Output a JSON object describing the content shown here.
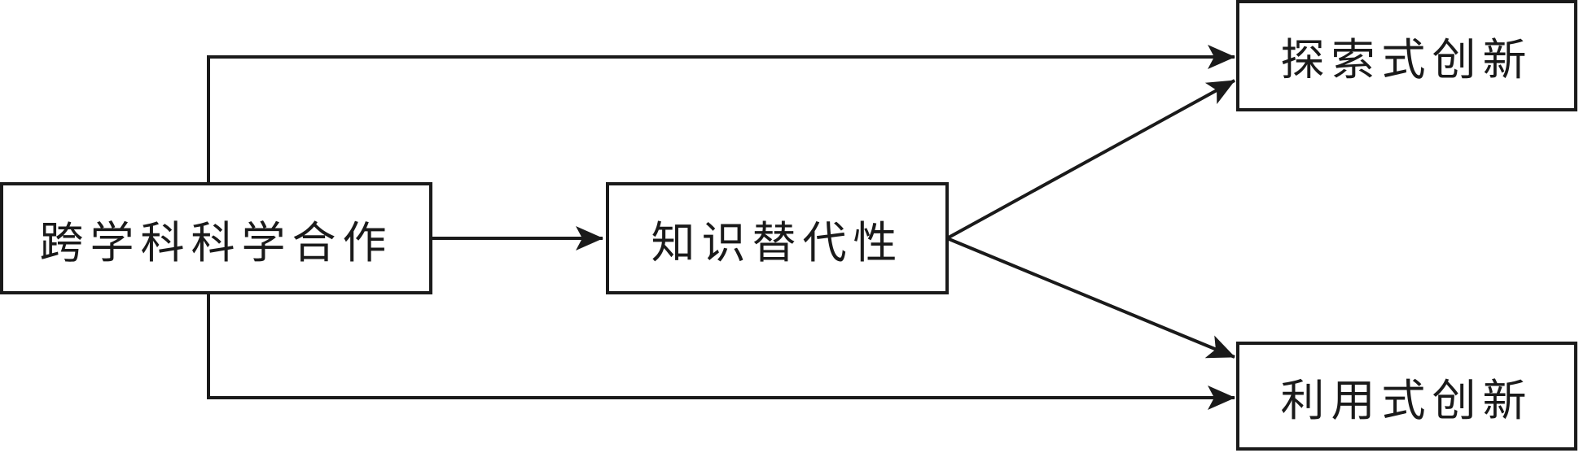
{
  "nodes": {
    "source": "跨学科科学合作",
    "mediator": "知识替代性",
    "outcome_exploratory": "探索式创新",
    "outcome_exploitative": "利用式创新"
  },
  "edges": [
    {
      "from": "source",
      "to": "outcome_exploratory"
    },
    {
      "from": "source",
      "to": "mediator"
    },
    {
      "from": "source",
      "to": "outcome_exploitative"
    },
    {
      "from": "mediator",
      "to": "outcome_exploratory"
    },
    {
      "from": "mediator",
      "to": "outcome_exploitative"
    }
  ],
  "colors": {
    "line": "#1a1a1a",
    "background": "#ffffff"
  }
}
